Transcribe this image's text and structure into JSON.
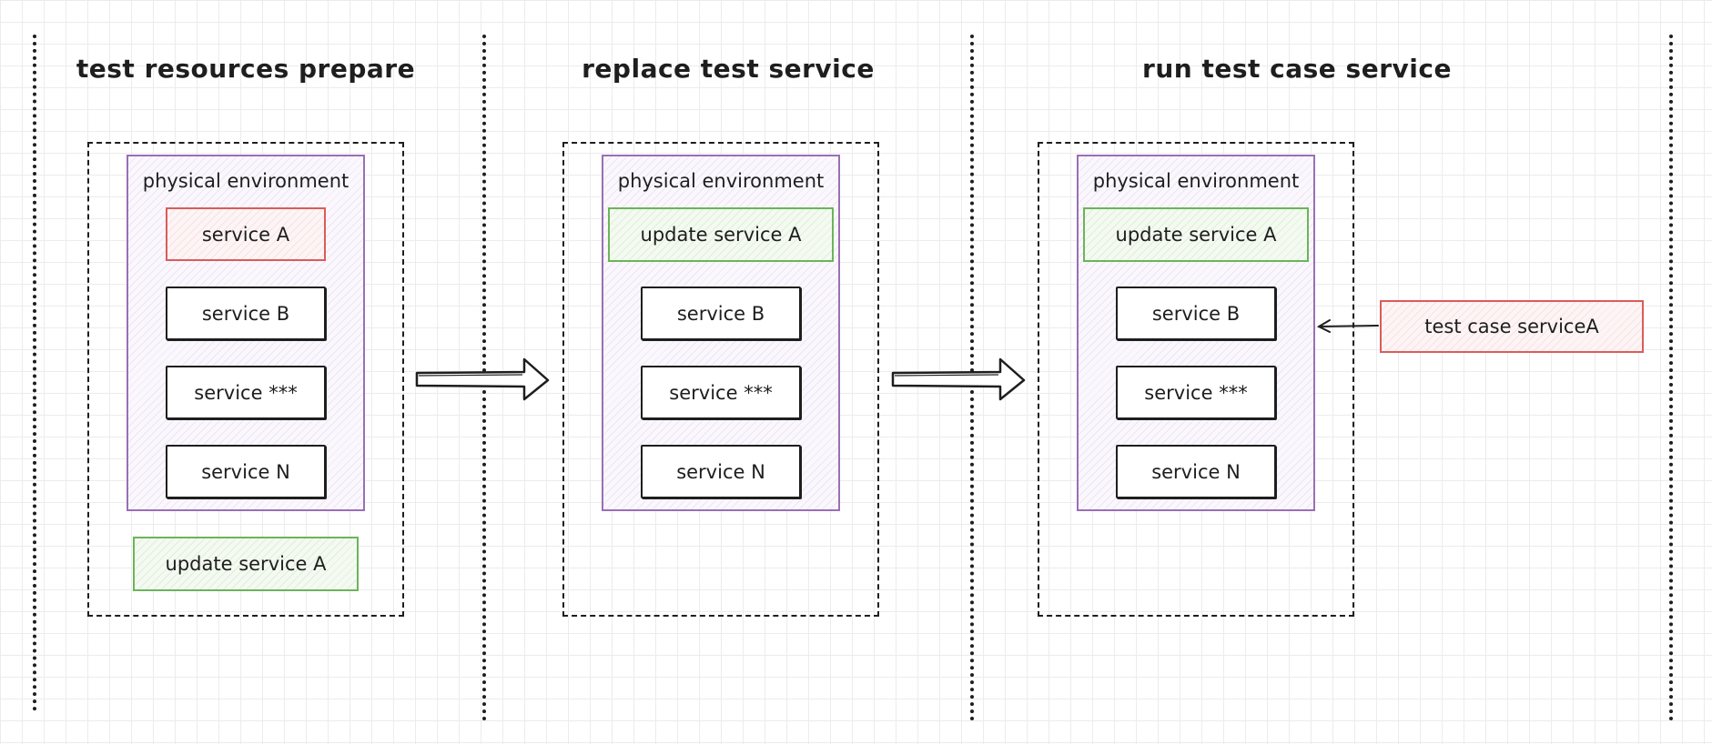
{
  "diagram": {
    "stages": [
      {
        "title": "test resources prepare",
        "env_label": "physical environment",
        "services": [
          "service A",
          "service B",
          "service ***",
          "service N"
        ],
        "extra": "update service A"
      },
      {
        "title": "replace test service",
        "env_label": "physical environment",
        "services": [
          "update service A",
          "service B",
          "service ***",
          "service N"
        ]
      },
      {
        "title": "run test case service",
        "env_label": "physical environment",
        "services": [
          "update service A",
          "service B",
          "service ***",
          "service N"
        ],
        "external": "test case serviceA"
      }
    ],
    "colors": {
      "environment_border": "#9a6fb5",
      "original_service": "#d95c5c",
      "updated_service": "#6cb45a",
      "test_case": "#d95c5c"
    }
  }
}
